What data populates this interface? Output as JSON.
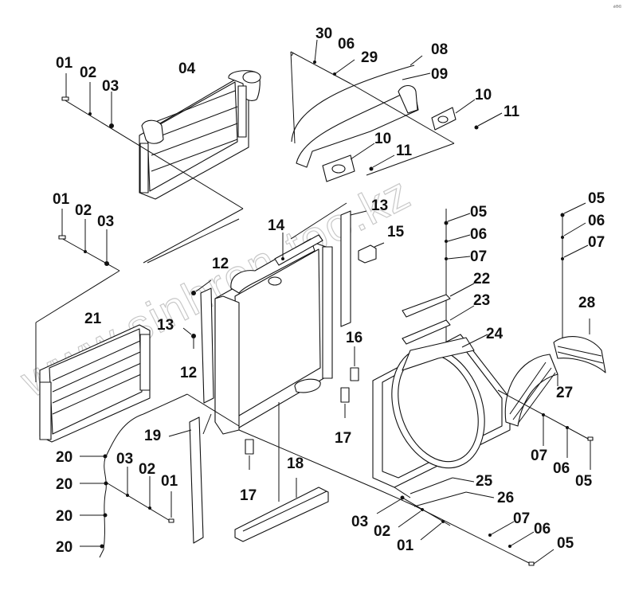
{
  "watermark": "www.sinhron-too.kz",
  "corner_mark": "é®©",
  "part_labels": [
    {
      "id": "01-a",
      "text": "01"
    },
    {
      "id": "02-a",
      "text": "02"
    },
    {
      "id": "03-a",
      "text": "03"
    },
    {
      "id": "04",
      "text": "04"
    },
    {
      "id": "30",
      "text": "30"
    },
    {
      "id": "06-a",
      "text": "06"
    },
    {
      "id": "29",
      "text": "29"
    },
    {
      "id": "08",
      "text": "08"
    },
    {
      "id": "09",
      "text": "09"
    },
    {
      "id": "10-a",
      "text": "10"
    },
    {
      "id": "11-a",
      "text": "11"
    },
    {
      "id": "10-b",
      "text": "10"
    },
    {
      "id": "11-b",
      "text": "11"
    },
    {
      "id": "01-b",
      "text": "01"
    },
    {
      "id": "02-b",
      "text": "02"
    },
    {
      "id": "03-b",
      "text": "03"
    },
    {
      "id": "13-a",
      "text": "13"
    },
    {
      "id": "14",
      "text": "14"
    },
    {
      "id": "15",
      "text": "15"
    },
    {
      "id": "05-a",
      "text": "05"
    },
    {
      "id": "06-b",
      "text": "06"
    },
    {
      "id": "07-a",
      "text": "07"
    },
    {
      "id": "05-b",
      "text": "05"
    },
    {
      "id": "06-c",
      "text": "06"
    },
    {
      "id": "07-b",
      "text": "07"
    },
    {
      "id": "22",
      "text": "22"
    },
    {
      "id": "23",
      "text": "23"
    },
    {
      "id": "28",
      "text": "28"
    },
    {
      "id": "24",
      "text": "24"
    },
    {
      "id": "12-a",
      "text": "12"
    },
    {
      "id": "21",
      "text": "21"
    },
    {
      "id": "13-b",
      "text": "13"
    },
    {
      "id": "12-b",
      "text": "12"
    },
    {
      "id": "16",
      "text": "16"
    },
    {
      "id": "27",
      "text": "27"
    },
    {
      "id": "19",
      "text": "19"
    },
    {
      "id": "17-a",
      "text": "17"
    },
    {
      "id": "20-a",
      "text": "20"
    },
    {
      "id": "03-c",
      "text": "03"
    },
    {
      "id": "02-c",
      "text": "02"
    },
    {
      "id": "01-c",
      "text": "01"
    },
    {
      "id": "20-b",
      "text": "20"
    },
    {
      "id": "07-c",
      "text": "07"
    },
    {
      "id": "06-d",
      "text": "06"
    },
    {
      "id": "05-c",
      "text": "05"
    },
    {
      "id": "18",
      "text": "18"
    },
    {
      "id": "17-b",
      "text": "17"
    },
    {
      "id": "25",
      "text": "25"
    },
    {
      "id": "26",
      "text": "26"
    },
    {
      "id": "20-c",
      "text": "20"
    },
    {
      "id": "03-d",
      "text": "03"
    },
    {
      "id": "07-d",
      "text": "07"
    },
    {
      "id": "06-e",
      "text": "06"
    },
    {
      "id": "02-d",
      "text": "02"
    },
    {
      "id": "05-d",
      "text": "05"
    },
    {
      "id": "01-d",
      "text": "01"
    },
    {
      "id": "20-d",
      "text": "20"
    }
  ]
}
